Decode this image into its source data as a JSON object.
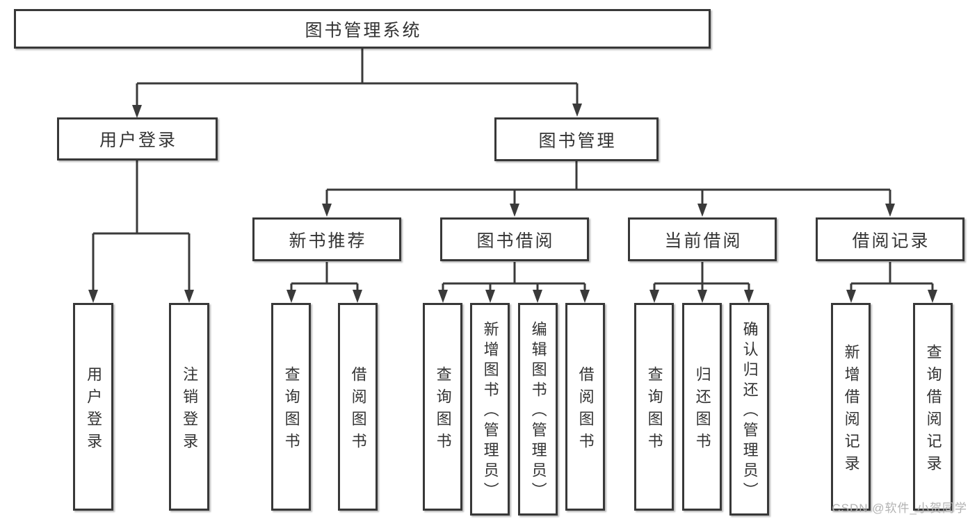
{
  "diagram": {
    "type": "tree",
    "root": {
      "label": "图书管理系统",
      "children": [
        {
          "label": "用户登录",
          "children": [
            {
              "label": "用户登录"
            },
            {
              "label": "注销登录"
            }
          ]
        },
        {
          "label": "图书管理",
          "children": [
            {
              "label": "新书推荐",
              "children": [
                {
                  "label": "查询图书"
                },
                {
                  "label": "借阅图书"
                }
              ]
            },
            {
              "label": "图书借阅",
              "children": [
                {
                  "label": "查询图书"
                },
                {
                  "label": "新增图书（管理员）"
                },
                {
                  "label": "编辑图书（管理员）"
                },
                {
                  "label": "借阅图书"
                }
              ]
            },
            {
              "label": "当前借阅",
              "children": [
                {
                  "label": "查询图书"
                },
                {
                  "label": "归还图书"
                },
                {
                  "label": "确认归还（管理员）"
                }
              ]
            },
            {
              "label": "借阅记录",
              "children": [
                {
                  "label": "新增借阅记录"
                },
                {
                  "label": "查询借阅记录"
                }
              ]
            }
          ]
        }
      ]
    }
  },
  "watermark": {
    "text": "CSDN @软件_小贺同学"
  },
  "colors": {
    "line": "#3a3a3a",
    "box_border": "#383838",
    "text": "#333333",
    "background": "#ffffff",
    "watermark": "#b2b2b2"
  }
}
